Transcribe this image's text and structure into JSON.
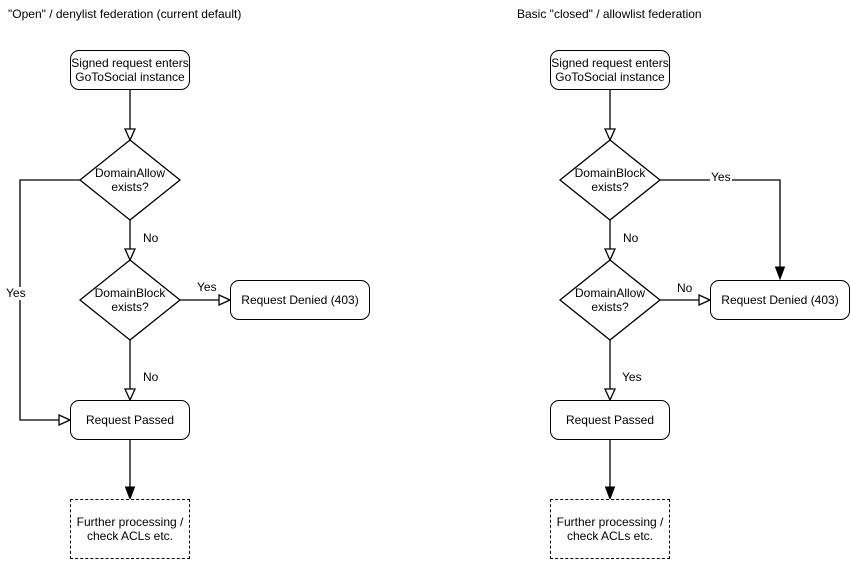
{
  "left": {
    "title": "\"Open\" / denylist federation (current default)",
    "nodes": {
      "start": "Signed request enters\nGoToSocial instance",
      "decision1": "DomainAllow\nexists?",
      "decision2": "DomainBlock\nexists?",
      "denied": "Request Denied (403)",
      "passed": "Request Passed",
      "further": "Further processing /\ncheck ACLs etc."
    },
    "labels": {
      "d1_no": "No",
      "d1_yes": "Yes",
      "d2_yes": "Yes",
      "d2_no": "No"
    }
  },
  "right": {
    "title": "Basic \"closed\" / allowlist federation",
    "nodes": {
      "start": "Signed request enters\nGoToSocial instance",
      "decision1": "DomainBlock\nexists?",
      "decision2": "DomainAllow\nexists?",
      "denied": "Request Denied (403)",
      "passed": "Request Passed",
      "further": "Further processing /\ncheck ACLs etc."
    },
    "labels": {
      "d1_yes": "Yes",
      "d1_no": "No",
      "d2_no": "No",
      "d2_yes": "Yes"
    }
  },
  "colors": {
    "stroke": "#000000",
    "shape_fill": "#ffffff",
    "text": "#000000",
    "background": "#ffffff"
  }
}
